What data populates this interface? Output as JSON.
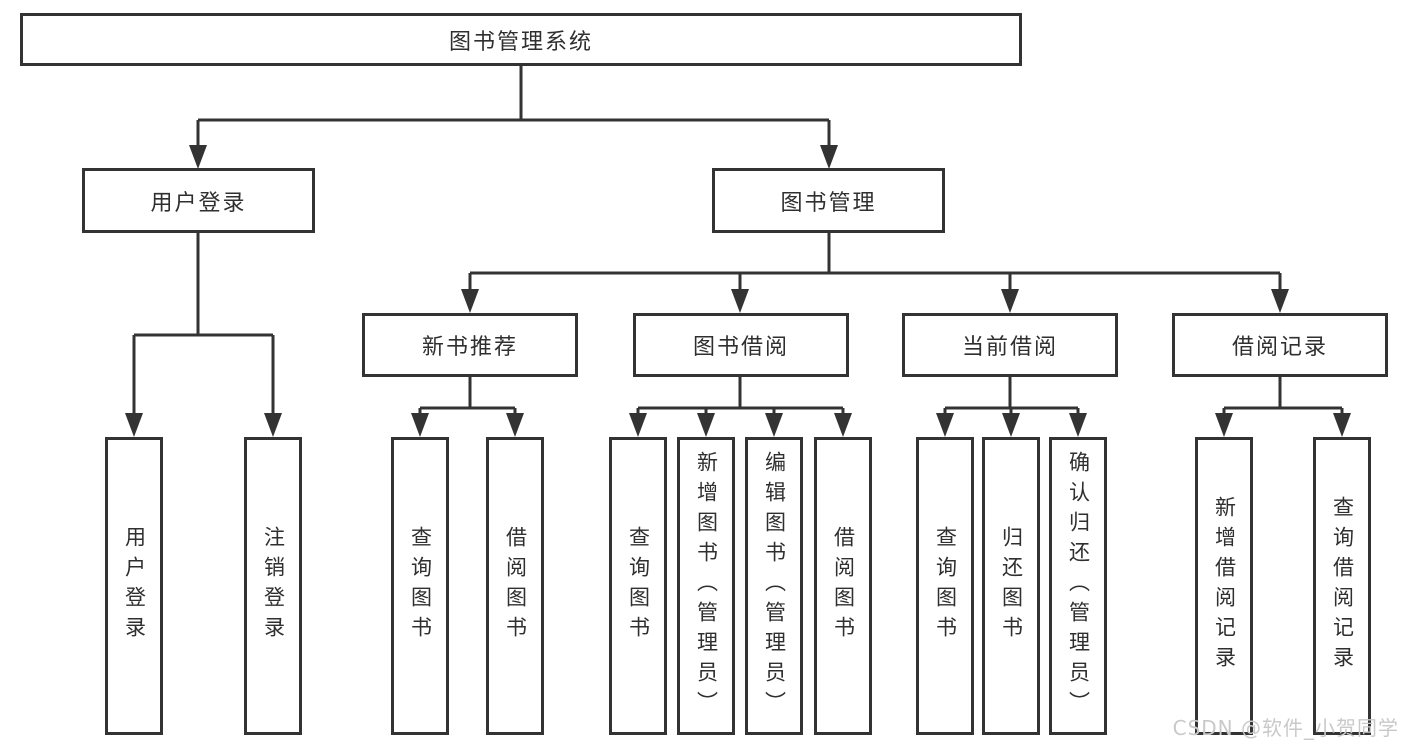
{
  "root": {
    "label": "图书管理系统"
  },
  "branches": [
    {
      "label": "用户登录",
      "children": [
        {
          "label": "用户登录"
        },
        {
          "label": "注销登录"
        }
      ]
    },
    {
      "label": "图书管理",
      "children": [
        {
          "label": "新书推荐",
          "children": [
            {
              "label": "查询图书"
            },
            {
              "label": "借阅图书"
            }
          ]
        },
        {
          "label": "图书借阅",
          "children": [
            {
              "label": "查询图书"
            },
            {
              "label": "新增图书（管理员）"
            },
            {
              "label": "编辑图书（管理员）"
            },
            {
              "label": "借阅图书"
            }
          ]
        },
        {
          "label": "当前借阅",
          "children": [
            {
              "label": "查询图书"
            },
            {
              "label": "归还图书"
            },
            {
              "label": "确认归还（管理员）"
            }
          ]
        },
        {
          "label": "借阅记录",
          "children": [
            {
              "label": "新增借阅记录"
            },
            {
              "label": "查询借阅记录"
            }
          ]
        }
      ]
    }
  ],
  "watermark": {
    "text": "CSDN @软件_小贺同学"
  },
  "colors": {
    "line": "#333333",
    "text": "#2f2f2f",
    "watermark": "#c9c9c9",
    "background": "#ffffff"
  }
}
